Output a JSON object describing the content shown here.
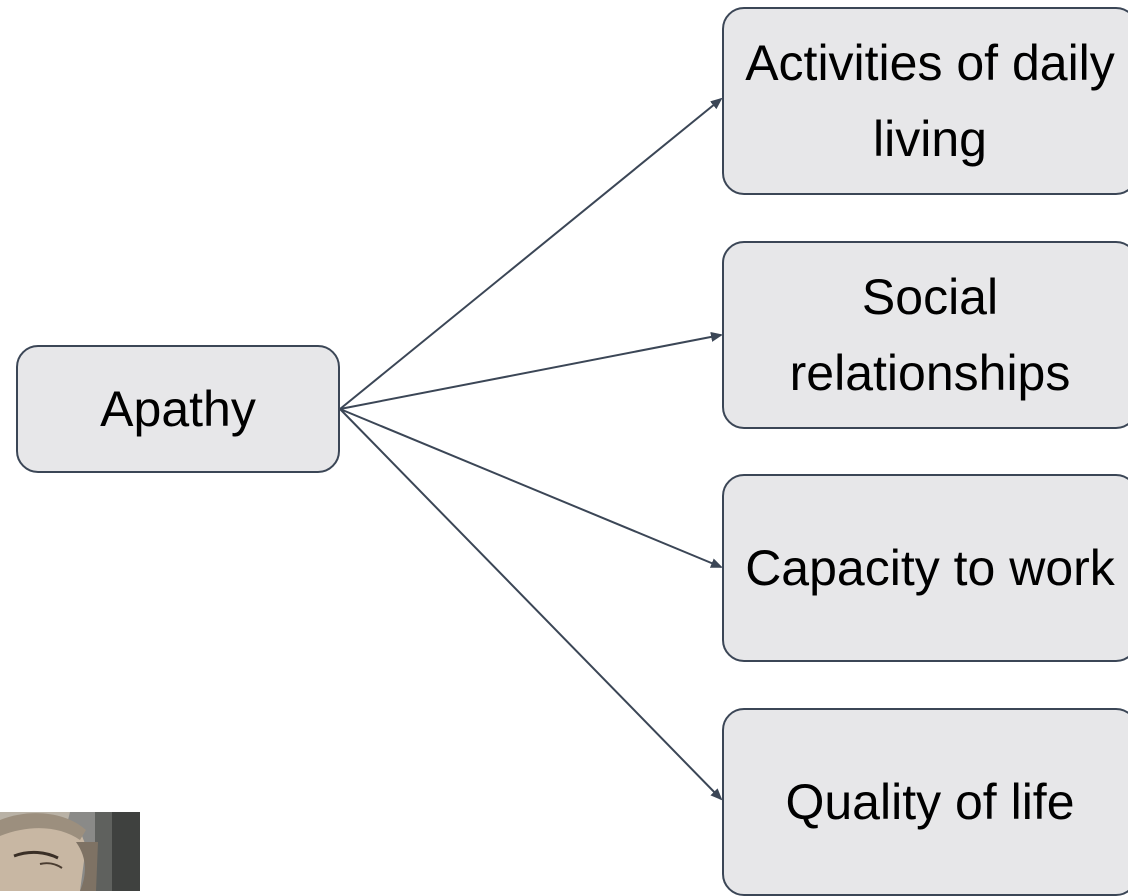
{
  "diagram": {
    "source": {
      "label": "Apathy"
    },
    "targets": [
      {
        "label": "Activities of daily living"
      },
      {
        "label": "Social relationships"
      },
      {
        "label": "Capacity to work"
      },
      {
        "label": "Quality of life"
      }
    ]
  },
  "colors": {
    "node_fill": "#e7e7e9",
    "node_border": "#3b4656",
    "edge": "#3b4656",
    "text": "#000000"
  }
}
